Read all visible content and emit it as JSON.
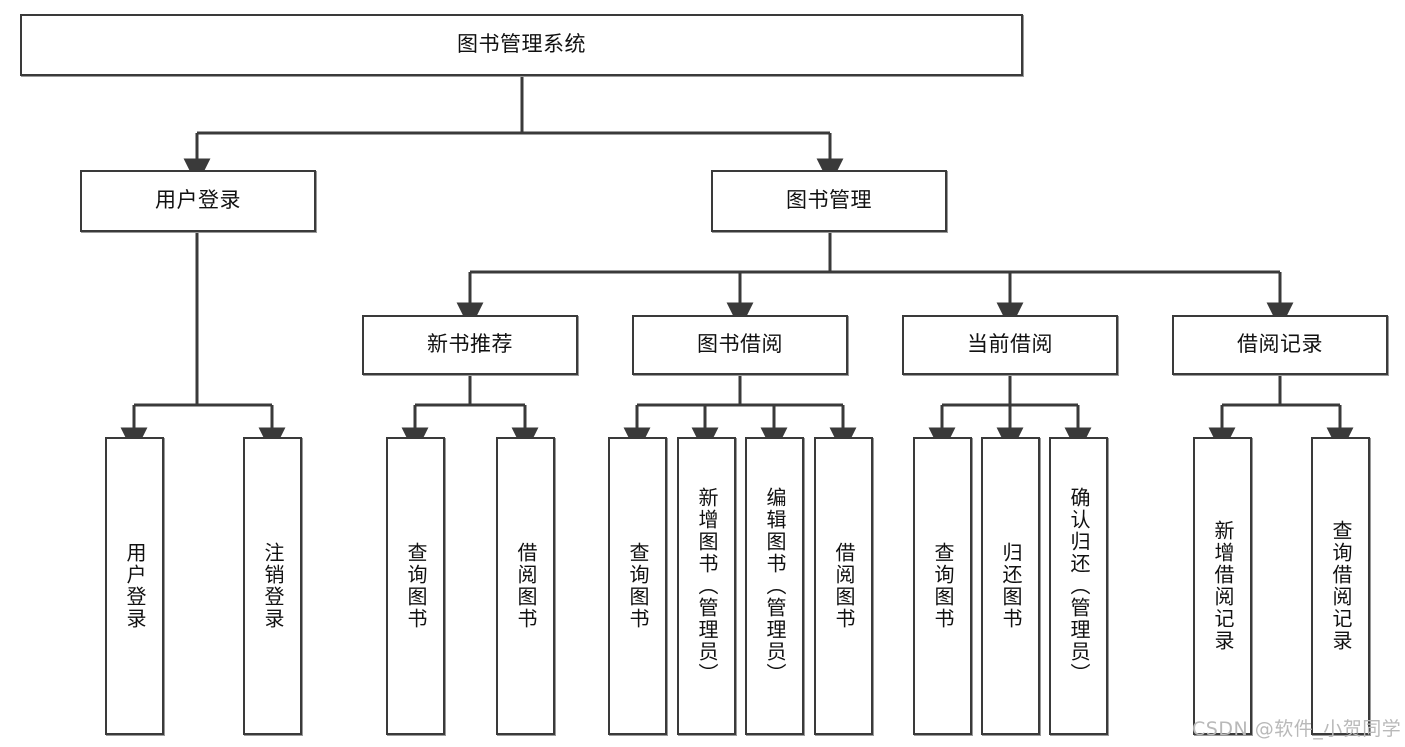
{
  "diagram": {
    "title": "图书管理系统",
    "type": "tree-hierarchy-chart",
    "root": {
      "label": "图书管理系统"
    },
    "level1": [
      {
        "label": "用户登录"
      },
      {
        "label": "图书管理"
      }
    ],
    "level2": [
      {
        "label": "新书推荐"
      },
      {
        "label": "图书借阅"
      },
      {
        "label": "当前借阅"
      },
      {
        "label": "借阅记录"
      }
    ],
    "leaves": [
      {
        "label": "用户登录"
      },
      {
        "label": "注销登录"
      },
      {
        "label": "查询图书"
      },
      {
        "label": "借阅图书"
      },
      {
        "label": "查询图书"
      },
      {
        "label": "新增图书（管理员）"
      },
      {
        "label": "编辑图书（管理员）"
      },
      {
        "label": "借阅图书"
      },
      {
        "label": "查询图书"
      },
      {
        "label": "归还图书"
      },
      {
        "label": "确认归还（管理员）"
      },
      {
        "label": "新增借阅记录"
      },
      {
        "label": "查询借阅记录"
      }
    ]
  },
  "watermark": {
    "text": "CSDN @软件_小贺同学"
  },
  "colors": {
    "border": "#3a3a3a",
    "background": "#ffffff",
    "text": "#111111",
    "watermark": "#b9b9b9"
  }
}
